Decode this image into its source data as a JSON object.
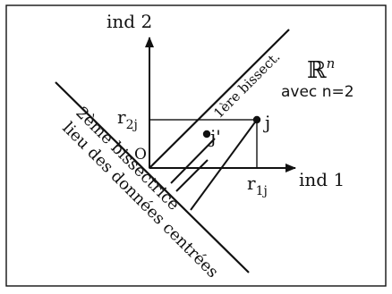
{
  "axes": {
    "y_label": "ind 2",
    "x_label": "ind 1",
    "origin_label": "O",
    "x_tick_label": "r",
    "x_tick_subscript": "1j",
    "y_tick_label": "r",
    "y_tick_subscript": "2j"
  },
  "points": {
    "j_label": "j",
    "j_prime_label": "j'"
  },
  "lines": {
    "first_bisector": "1ère bissect.",
    "second_bisector": "2ème bissectrice",
    "centered_data_locus": "lieu des données centrées"
  },
  "space": {
    "symbol": "ℝ",
    "exponent": "n",
    "note": "avec n=2"
  }
}
